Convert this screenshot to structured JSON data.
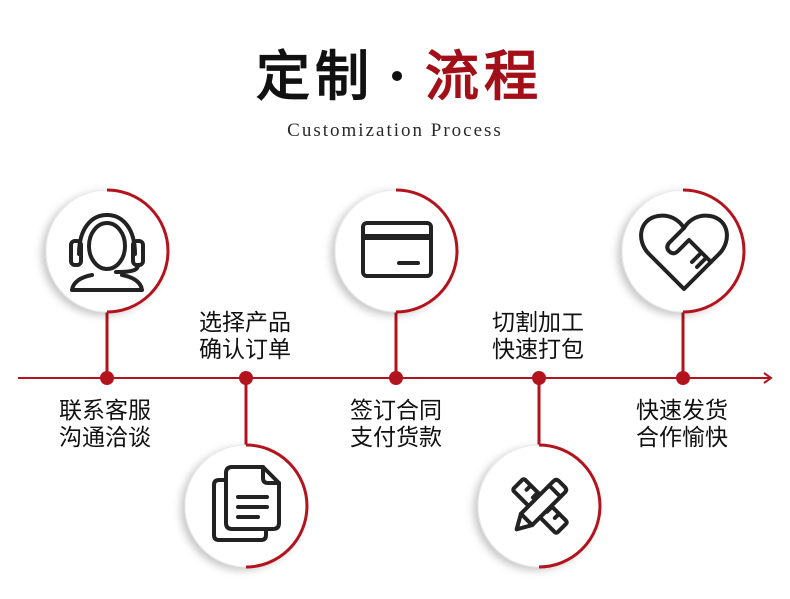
{
  "title": {
    "part1": "定制",
    "separator": "·",
    "part2": "流程"
  },
  "subtitle": "Customization Process",
  "colors": {
    "accent": "#b3131c",
    "title_accent": "#a30f18",
    "text": "#111111",
    "icon": "#222222"
  },
  "steps": [
    {
      "icon": "customer-service-icon",
      "lines": [
        "联系客服",
        "沟通洽谈"
      ]
    },
    {
      "icon": "documents-icon",
      "lines": [
        "选择产品",
        "确认订单"
      ]
    },
    {
      "icon": "credit-card-icon",
      "lines": [
        "签订合同",
        "支付货款"
      ]
    },
    {
      "icon": "pencil-ruler-icon",
      "lines": [
        "切割加工",
        "快速打包"
      ]
    },
    {
      "icon": "heart-handshake-icon",
      "lines": [
        "快速发货",
        "合作愉快"
      ]
    }
  ]
}
